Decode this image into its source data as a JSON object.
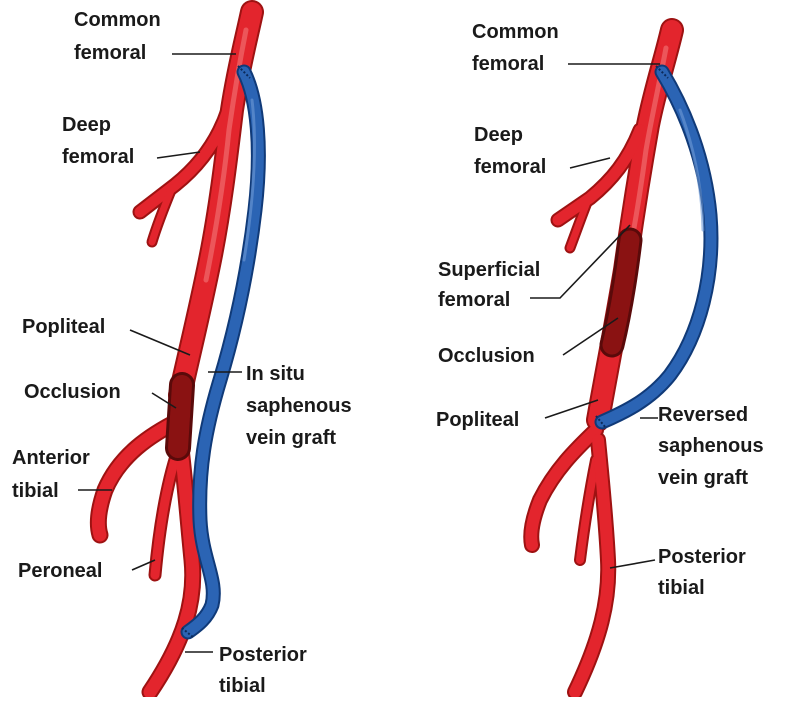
{
  "diagram_left": {
    "labels": {
      "common_femoral": [
        "Common",
        "femoral"
      ],
      "deep_femoral": [
        "Deep",
        "femoral"
      ],
      "popliteal": "Popliteal",
      "occlusion": "Occlusion",
      "anterior_tibial": [
        "Anterior",
        "tibial"
      ],
      "peroneal": "Peroneal",
      "posterior_tibial": [
        "Posterior",
        "tibial"
      ],
      "graft": [
        "In situ",
        "saphenous",
        "vein graft"
      ]
    }
  },
  "diagram_right": {
    "labels": {
      "common_femoral": [
        "Common",
        "femoral"
      ],
      "deep_femoral": [
        "Deep",
        "femoral"
      ],
      "superficial_femoral": [
        "Superficial",
        "femoral"
      ],
      "occlusion": "Occlusion",
      "popliteal": "Popliteal",
      "posterior_tibial": [
        "Posterior",
        "tibial"
      ],
      "graft": [
        "Reversed",
        "saphenous",
        "vein graft"
      ]
    }
  },
  "colors": {
    "artery": "#e3252d",
    "artery_outline": "#9e1212",
    "occluded_artery": "#8a1212",
    "vein_graft": "#2b64b4",
    "vein_outline": "#103a78",
    "text": "#1a1a1a"
  }
}
